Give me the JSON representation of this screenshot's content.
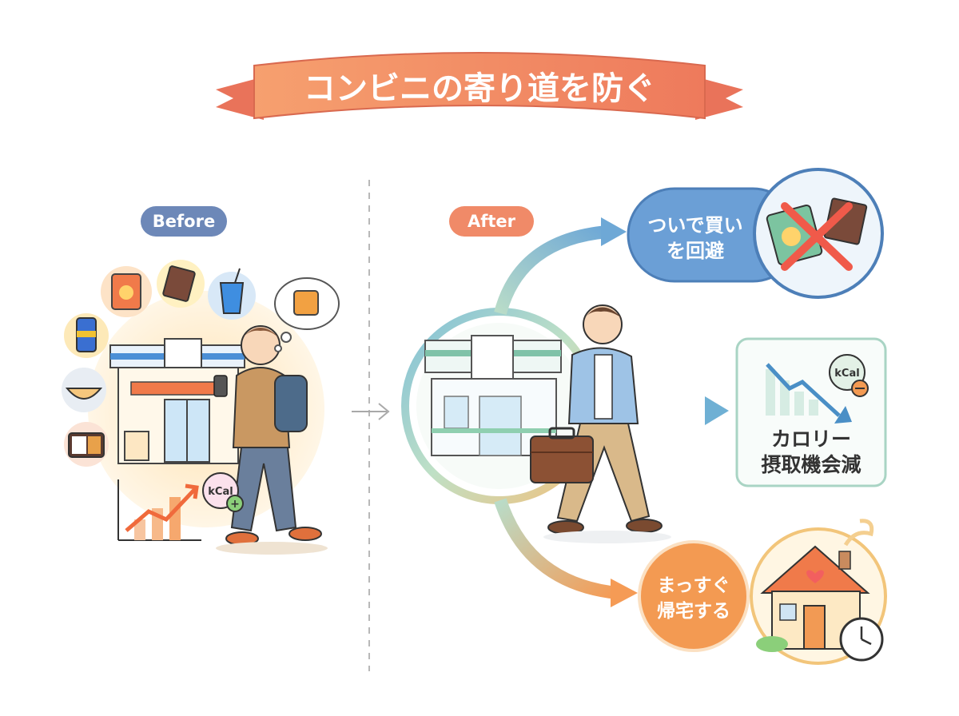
{
  "title": "コンビニの寄り道を防ぐ",
  "before_label": "Before",
  "after_label": "After",
  "kcal_before": "kCal",
  "kcal_after": "kCal",
  "outcome_avoid": {
    "line1": "ついで買い",
    "line2": "を回避"
  },
  "outcome_calorie": {
    "line1": "カロリー",
    "line2": "摂取機会減"
  },
  "outcome_home": {
    "line1": "まっすぐ",
    "line2": "帰宅する"
  },
  "colors": {
    "ribbon": "#f2855e",
    "before_badge": "#6d88b8",
    "after_badge": "#f08a68",
    "blue_bubble": "#6b9fd6",
    "green_box": "#a9d4c4",
    "orange_circle": "#f39a52"
  },
  "icons": [
    "snack-bag-icon",
    "chocolate-icon",
    "soda-cup-icon",
    "can-icon",
    "noodle-bowl-icon",
    "bento-icon",
    "convenience-store-icon",
    "phone-icon",
    "thought-bubble-icon",
    "rising-chart-icon",
    "kcal-plus-icon",
    "briefcase-icon",
    "cross-icon",
    "falling-chart-icon",
    "kcal-minus-icon",
    "house-icon",
    "clock-icon"
  ]
}
